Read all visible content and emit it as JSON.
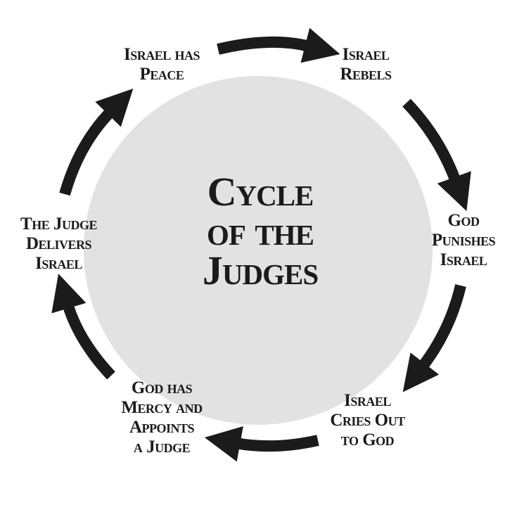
{
  "center_title": [
    "Cycle",
    "of the",
    "Judges"
  ],
  "stages": [
    {
      "id": "peace",
      "lines": [
        "Israel has",
        "Peace"
      ]
    },
    {
      "id": "rebels",
      "lines": [
        "Israel",
        "Rebels"
      ]
    },
    {
      "id": "punishes",
      "lines": [
        "God",
        "Punishes",
        "Israel"
      ]
    },
    {
      "id": "cries",
      "lines": [
        "Israel",
        "Cries Out",
        "to God"
      ]
    },
    {
      "id": "mercy",
      "lines": [
        "God has",
        "Mercy and",
        "Appoints",
        "a Judge"
      ]
    },
    {
      "id": "delivers",
      "lines": [
        "The Judge",
        "Delivers",
        "Israel"
      ]
    }
  ],
  "colors": {
    "circle": "#e2e2e2",
    "arrow": "#1b1b1b",
    "text": "#1b1b1b"
  }
}
